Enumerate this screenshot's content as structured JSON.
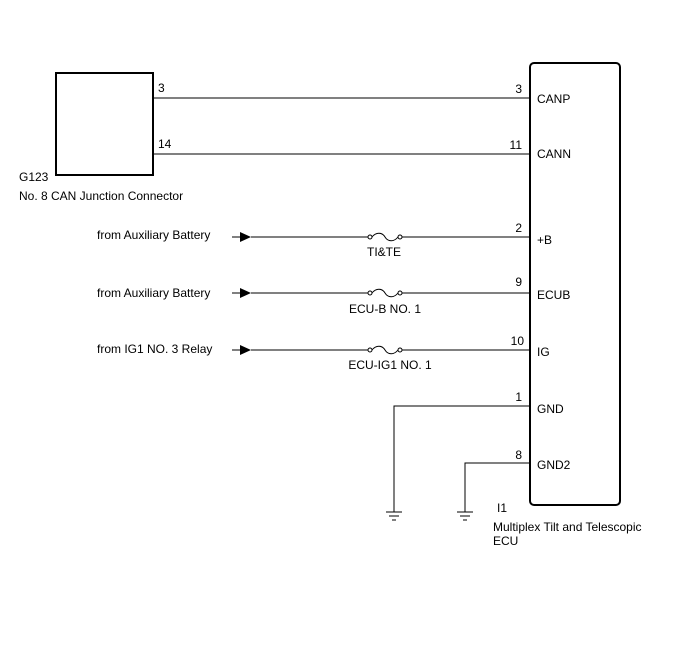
{
  "connector": {
    "code": "G123",
    "name": "No. 8 CAN Junction Connector",
    "pin_canp": "3",
    "pin_cann": "14"
  },
  "ecu": {
    "code": "I1",
    "name_line1": "Multiplex Tilt and Telescopic",
    "name_line2": "ECU",
    "pins": [
      {
        "num": "3",
        "label": "CANP"
      },
      {
        "num": "11",
        "label": "CANN"
      },
      {
        "num": "2",
        "label": "+B"
      },
      {
        "num": "9",
        "label": "ECUB"
      },
      {
        "num": "10",
        "label": "IG"
      },
      {
        "num": "1",
        "label": "GND"
      },
      {
        "num": "8",
        "label": "GND2"
      }
    ]
  },
  "sources": [
    {
      "text": "from Auxiliary Battery",
      "fuse": "TI&TE"
    },
    {
      "text": "from Auxiliary Battery",
      "fuse": "ECU-B NO. 1"
    },
    {
      "text": "from IG1 NO. 3 Relay",
      "fuse": "ECU-IG1 NO. 1"
    }
  ]
}
